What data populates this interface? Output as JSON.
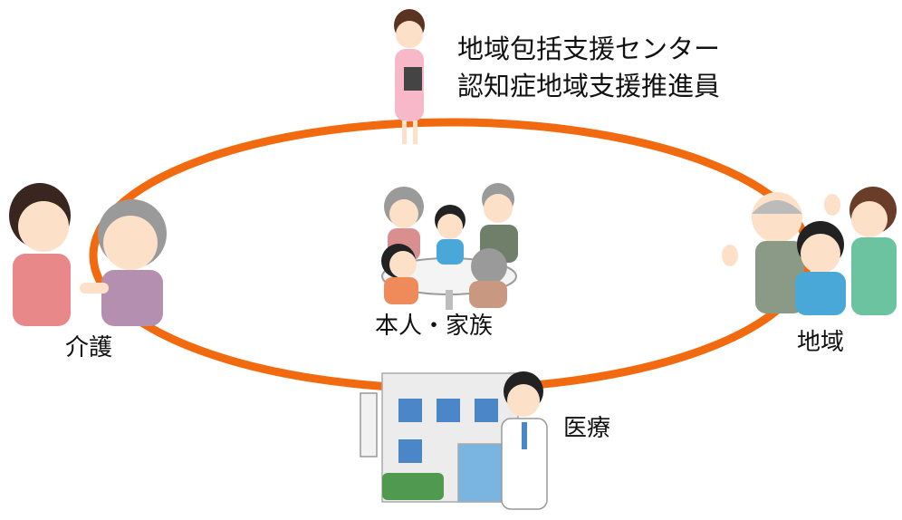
{
  "nodes": {
    "center": {
      "title": "地域包括支援センター",
      "subtitle": "認知症地域支援推進員"
    },
    "family": {
      "label": "本人・家族"
    },
    "care": {
      "label": "介護"
    },
    "community": {
      "label": "地域"
    },
    "medical": {
      "label": "医療"
    }
  },
  "colors": {
    "ring": "#f26a10",
    "text": "#111111"
  },
  "icons": [
    "nurse-illustration",
    "family-table-illustration",
    "caregiver-elder-illustration",
    "community-people-illustration",
    "hospital-building-icon",
    "doctor-illustration"
  ]
}
